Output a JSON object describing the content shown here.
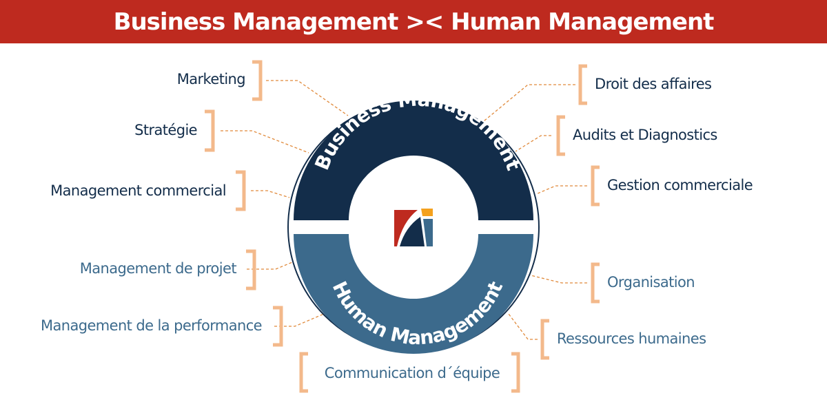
{
  "header": {
    "title": "Business Management >< Human Management"
  },
  "colors": {
    "banner": "#be2a1f",
    "business": "#132d4a",
    "human": "#3c6a8c",
    "bracket": "#f3b98b",
    "connector": "#e0893a",
    "logo_red": "#be2a1f",
    "logo_orange": "#f4a11d"
  },
  "circle": {
    "top_label": "Business Management",
    "bottom_label": "Human Management"
  },
  "business_items": {
    "left": [
      "Marketing",
      "Stratégie",
      "Management commercial"
    ],
    "right": [
      "Droit des affaires",
      "Audits et Diagnostics",
      "Gestion commerciale"
    ]
  },
  "human_items": {
    "left": [
      "Management de projet",
      "Management de la performance"
    ],
    "right": [
      "Organisation",
      "Ressources humaines"
    ],
    "bottom": "Communication d´équipe"
  }
}
